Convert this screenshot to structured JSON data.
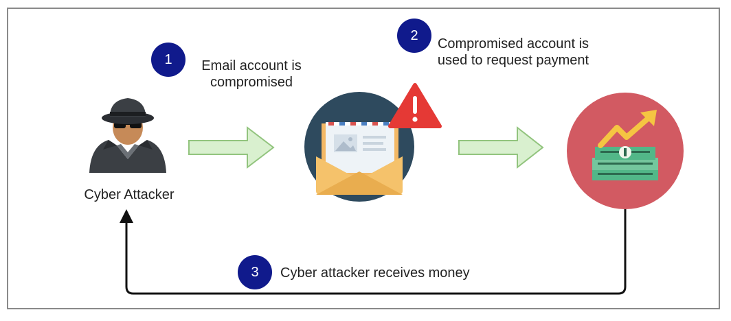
{
  "steps": [
    {
      "number": "1",
      "text": "Email account is compromised"
    },
    {
      "number": "2",
      "text": "Compromised account is used to request payment"
    },
    {
      "number": "3",
      "text": "Cyber  attacker receives money"
    }
  ],
  "actors": {
    "attacker": {
      "label": "Cyber Attacker",
      "icon": "hacker-icon"
    },
    "email": {
      "icon": "email-envelope-icon",
      "alert_icon": "warning-triangle-icon"
    },
    "money": {
      "icon": "money-stack-rising-icon"
    }
  },
  "colors": {
    "badge": "#101a8c",
    "arrow_fill": "#d9f0cf",
    "arrow_stroke": "#92c47e",
    "email_circle": "#2e4a5e",
    "money_circle": "#d25a62",
    "warning": "#e53935",
    "return_line": "#111111"
  }
}
